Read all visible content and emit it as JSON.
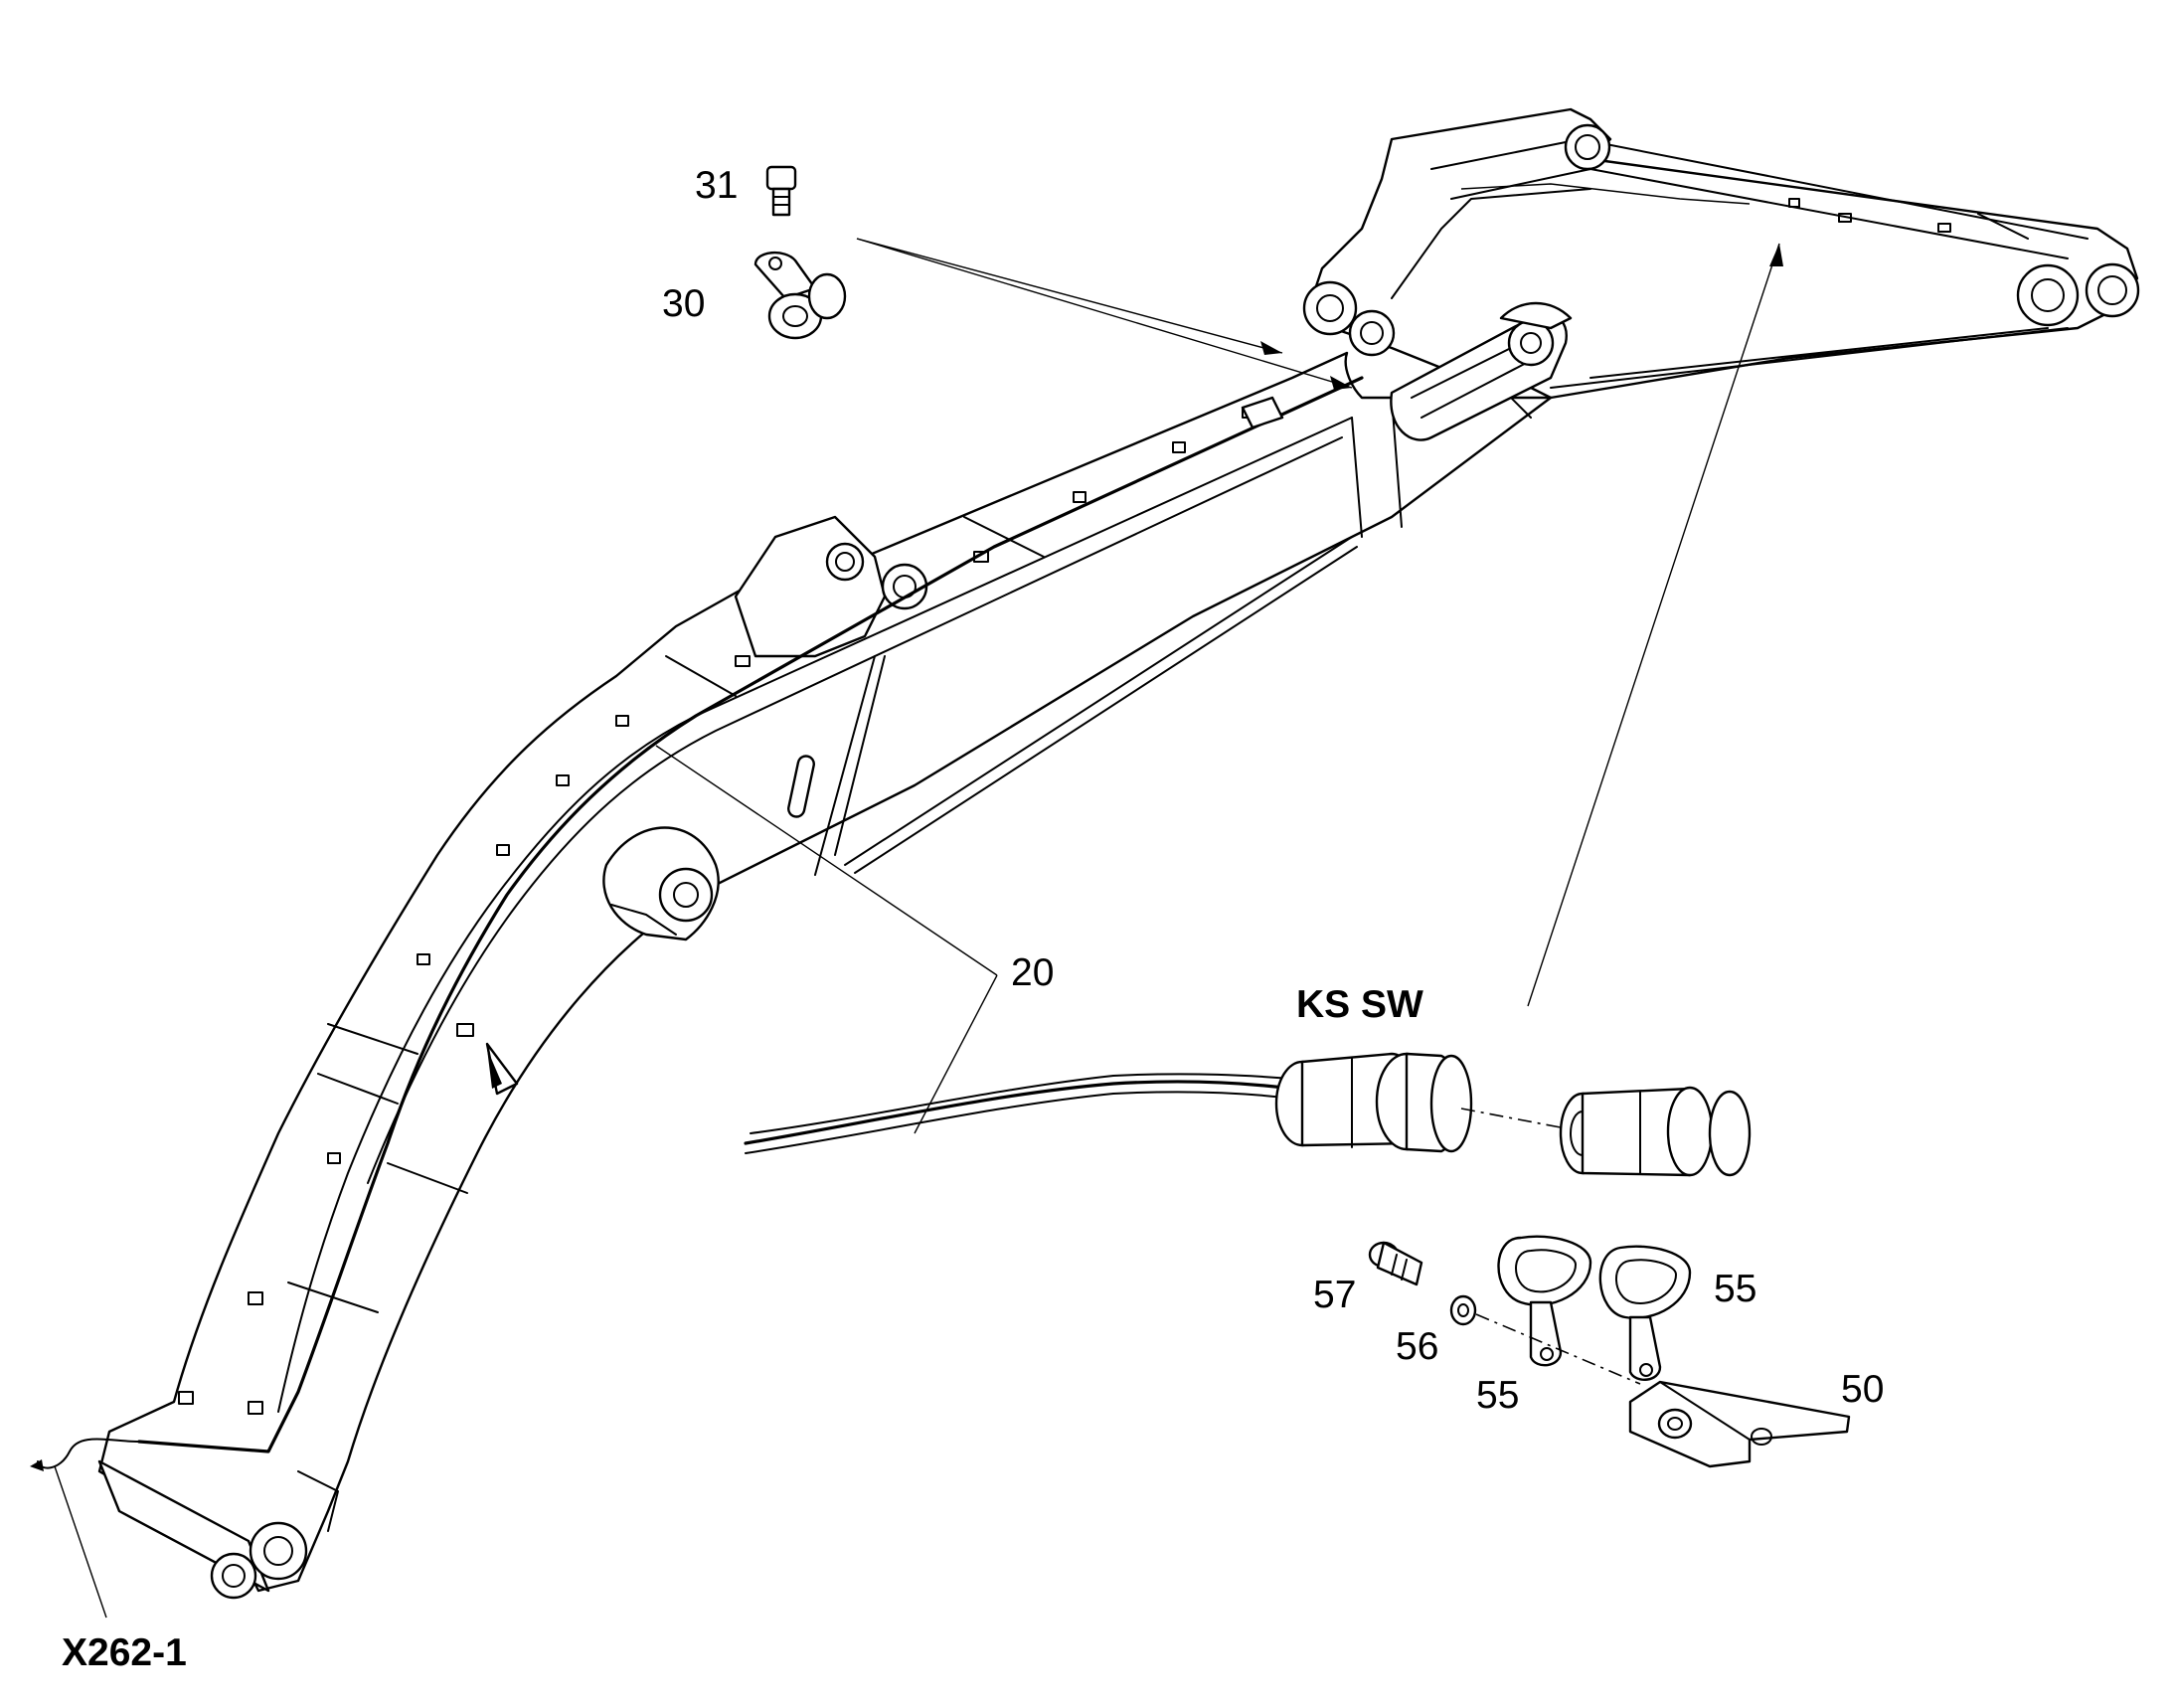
{
  "labels": {
    "c31": "31",
    "c30": "30",
    "c20": "20",
    "ks_sw": "KS SW",
    "c57": "57",
    "c56": "56",
    "c55a": "55",
    "c55b": "55",
    "c50": "50",
    "x262": "X262-1"
  }
}
